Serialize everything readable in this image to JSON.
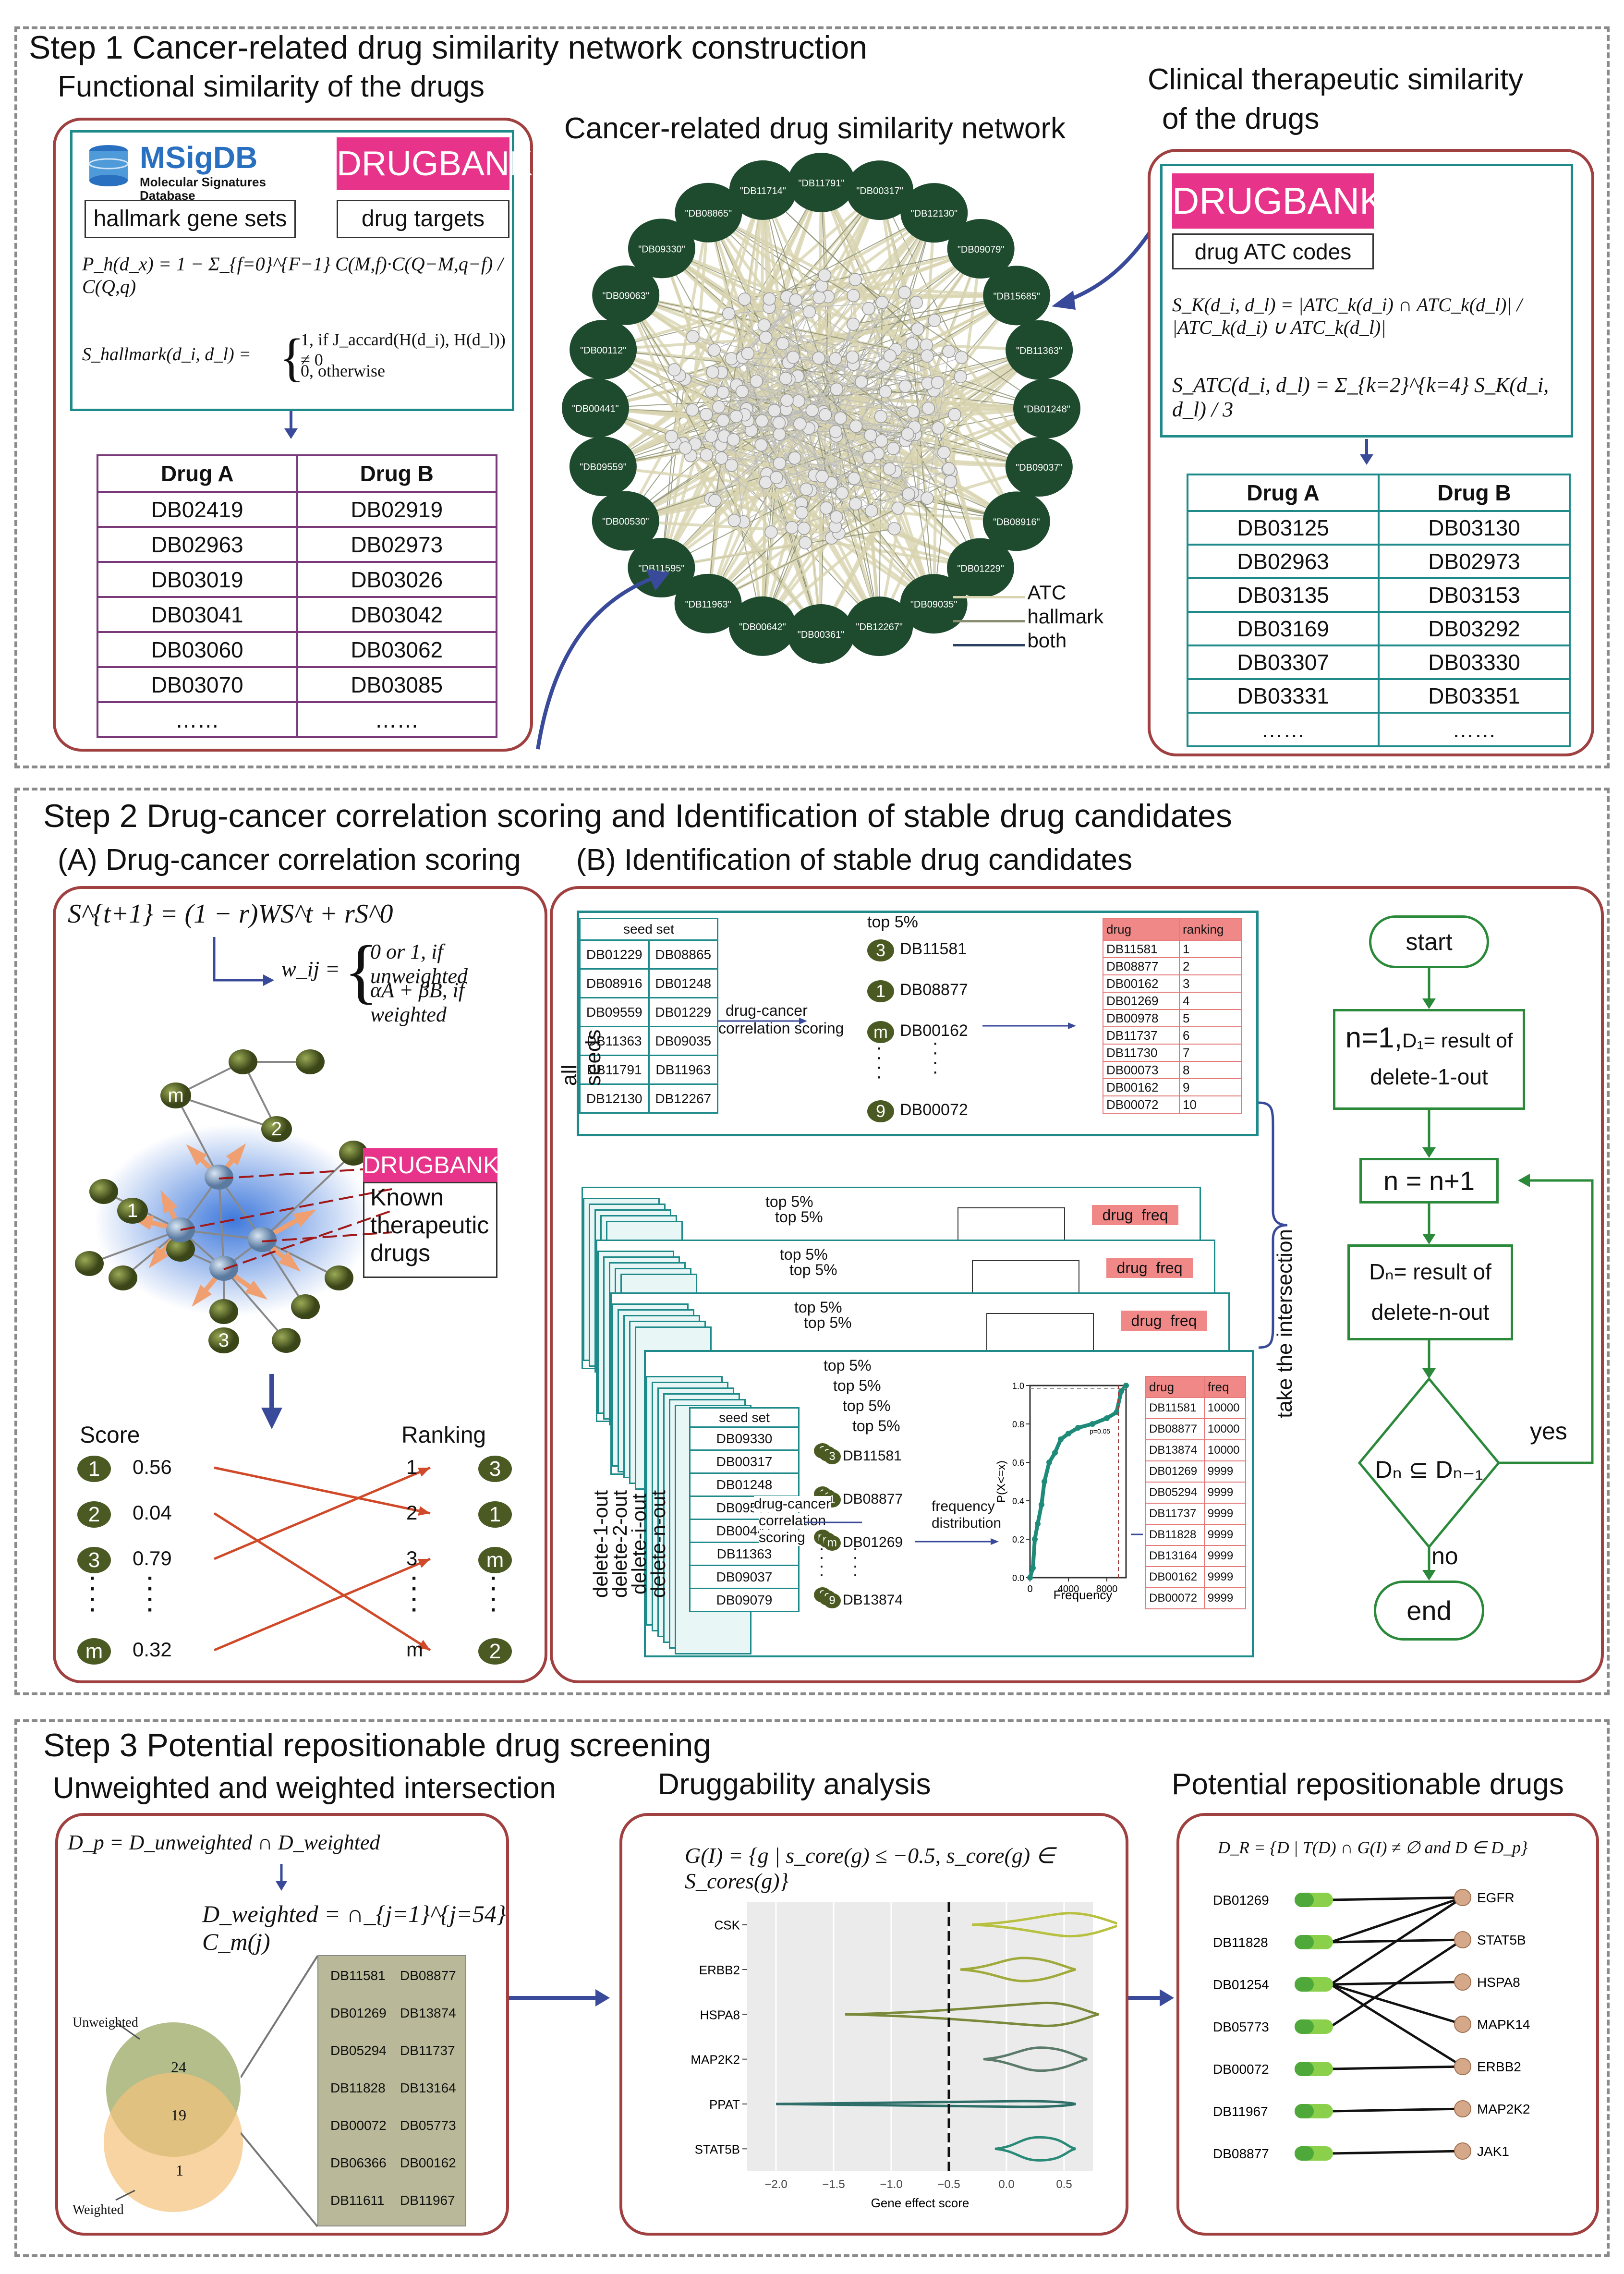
{
  "step1": {
    "title": "Step 1 Cancer-related drug similarity network construction",
    "functional_title": "Functional similarity of the drugs",
    "network_title": "Cancer-related drug similarity network",
    "clinical_title_l1": "Clinical therapeutic similarity",
    "clinical_title_l2": "of the drugs",
    "msigdb": "MSigDB",
    "msigdb_sub1": "Molecular Signatures",
    "msigdb_sub2": "Database",
    "drugbank": "DRUGBANK",
    "hallmark_gene_sets": "hallmark gene sets",
    "drug_targets": "drug targets",
    "drug_atc_codes": "drug ATC codes",
    "formula_ph": "P_h(d_x) = 1 − Σ_{f=0}^{F−1} C(M,f)·C(Q−M,q−f) / C(Q,q)",
    "formula_sh_lhs": "S_hallmark(d_i, d_l) =",
    "formula_sh_case1": "1, if J_accard(H(d_i), H(d_l)) ≠ 0",
    "formula_sh_case2": "0, otherwise",
    "formula_sk": "S_K(d_i, d_l) = |ATC_k(d_i) ∩ ATC_k(d_l)| / |ATC_k(d_i) ∪ ATC_k(d_l)|",
    "formula_satc": "S_ATC(d_i, d_l) = Σ_{k=2}^{k=4} S_K(d_i, d_l) / 3",
    "left_table": {
      "headers": [
        "Drug   A",
        "Drug   B"
      ],
      "rows": [
        [
          "DB02419",
          "DB02919"
        ],
        [
          "DB02963",
          "DB02973"
        ],
        [
          "DB03019",
          "DB03026"
        ],
        [
          "DB03041",
          "DB03042"
        ],
        [
          "DB03060",
          "DB03062"
        ],
        [
          "DB03070",
          "DB03085"
        ],
        [
          "……",
          "……"
        ]
      ]
    },
    "right_table": {
      "headers": [
        "Drug   A",
        "Drug   B"
      ],
      "rows": [
        [
          "DB03125",
          "DB03130"
        ],
        [
          "DB02963",
          "DB02973"
        ],
        [
          "DB03135",
          "DB03153"
        ],
        [
          "DB03169",
          "DB03292"
        ],
        [
          "DB03307",
          "DB03330"
        ],
        [
          "DB03331",
          "DB03351"
        ],
        [
          "……",
          "……"
        ]
      ]
    },
    "network_nodes": [
      "DB11791",
      "DB00317",
      "DB12130",
      "DB09079",
      "DB15685",
      "DB11363",
      "DB01248",
      "DB09037",
      "DB08916",
      "DB01229",
      "DB09035",
      "DB12267",
      "DB00361",
      "DB00642",
      "DB11963",
      "DB11595",
      "DB00530",
      "DB09559",
      "DB00441",
      "DB00112",
      "DB09063",
      "DB09330",
      "DB08865",
      "DB11714"
    ],
    "legend": [
      {
        "label": "ATC",
        "color": "#d9d4b0"
      },
      {
        "label": "hallmark",
        "color": "#8a8e70"
      },
      {
        "label": "both",
        "color": "#2a4060"
      }
    ],
    "colors": {
      "node": "#1e4a2e",
      "accent_red": "#a04040",
      "teal": "#1f8a8a",
      "drugbank_pink": "#e8338a"
    }
  },
  "step2": {
    "title": "Step 2 Drug-cancer correlation scoring and Identification of stable drug candidates",
    "a_title": "(A) Drug-cancer correlation scoring",
    "b_title": "(B) Identification of stable drug candidates",
    "formula_rwr": "S^{t+1} = (1 − r)WS^t + rS^0",
    "formula_w_lhs": "w_ij =",
    "formula_w_case1": "0 or 1, if unweighted",
    "formula_w_case2": "αA + βB, if weighted",
    "drugbank": "DRUGBANK",
    "known_l1": "Known",
    "known_l2": "therapeutic",
    "known_l3": "drugs",
    "score_label": "Score",
    "ranking_label": "Ranking",
    "scores": [
      {
        "node": "1",
        "value": "0.56"
      },
      {
        "node": "2",
        "value": "0.04"
      },
      {
        "node": "3",
        "value": "0.79"
      },
      {
        "node": "m",
        "value": "0.32"
      }
    ],
    "rankings": [
      {
        "rank": "1",
        "node": "3"
      },
      {
        "rank": "2",
        "node": "1"
      },
      {
        "rank": "3",
        "node": "m"
      },
      {
        "rank": "m",
        "node": "2"
      }
    ],
    "graph_labels": [
      "m",
      "2",
      "1",
      "3"
    ],
    "all_seeds": "all seeds",
    "seed_set": "seed set",
    "seed_rows": [
      [
        "DB01229",
        "DB08865"
      ],
      [
        "DB08916",
        "DB01248"
      ],
      [
        "DB09559",
        "DB01229"
      ],
      [
        "DB11363",
        "DB09035"
      ],
      [
        "DB11791",
        "DB11963"
      ],
      [
        "DB12130",
        "DB12267"
      ]
    ],
    "top5": "top 5%",
    "top_items": [
      {
        "n": "3",
        "id": "DB11581"
      },
      {
        "n": "1",
        "id": "DB08877"
      },
      {
        "n": "m",
        "id": "DB00162"
      },
      {
        "n": "9",
        "id": "DB00072"
      }
    ],
    "scoring_l1": "drug-cancer",
    "scoring_l2": "correlation scoring",
    "rank_headers": [
      "drug",
      "ranking"
    ],
    "rank_rows": [
      [
        "DB11581",
        "1"
      ],
      [
        "DB08877",
        "2"
      ],
      [
        "DB00162",
        "3"
      ],
      [
        "DB01269",
        "4"
      ],
      [
        "DB00978",
        "5"
      ],
      [
        "DB11737",
        "6"
      ],
      [
        "DB11730",
        "7"
      ],
      [
        "DB00073",
        "8"
      ],
      [
        "DB00162",
        "9"
      ],
      [
        "DB00072",
        "10"
      ]
    ],
    "take_intersection": "take the intersection",
    "delete_labels": [
      "delete-1-out",
      "delete-2-out",
      "delete-i-out",
      "delete-n-out"
    ],
    "stack_freq_headers": [
      "drug",
      "freq"
    ],
    "stack_seed_rows": [
      "DB09330",
      "DB00317",
      "DB01248",
      "DB09559",
      "DB00441",
      "DB11363",
      "DB09037",
      "DB09079"
    ],
    "stack_top_items": [
      {
        "n": "3",
        "id": "DB11581"
      },
      {
        "n": "1",
        "id": "DB08877"
      },
      {
        "n": "m",
        "id": "DB01269"
      },
      {
        "n": "9",
        "id": "DB13874"
      }
    ],
    "stack_scoring_l1": "drug-cancer",
    "stack_scoring_l2": "correlation",
    "stack_scoring_l3": "scoring",
    "freq_dist_l1": "frequency",
    "freq_dist_l2": "distribution",
    "freq_rows": [
      [
        "DB11581",
        "10000"
      ],
      [
        "DB08877",
        "10000"
      ],
      [
        "DB13874",
        "10000"
      ],
      [
        "DB01269",
        "9999"
      ],
      [
        "DB05294",
        "9999"
      ],
      [
        "DB11737",
        "9999"
      ],
      [
        "DB11828",
        "9999"
      ],
      [
        "DB13164",
        "9999"
      ],
      [
        "DB00162",
        "9999"
      ],
      [
        "DB00072",
        "9999"
      ]
    ],
    "cdf_ylabel": "P(X<=x)",
    "cdf_xlabel": "Frequency",
    "cdf_xticks": [
      "0",
      "4000",
      "8000"
    ],
    "cdf_yticks": [
      "0.0",
      "0.2",
      "0.4",
      "0.6",
      "0.8",
      "1.0"
    ],
    "cdf_annot": "p=0.05",
    "flow": {
      "start": "start",
      "n1_main": "n=1,",
      "n1_rest": "D₁= result of",
      "n1_l2": "delete-1-out",
      "inc": "n = n+1",
      "dn_l1": "Dₙ= result of",
      "dn_l2": "delete-n-out",
      "cond": "Dₙ ⊆ Dₙ₋₁",
      "yes": "yes",
      "no": "no",
      "end": "end"
    }
  },
  "step3": {
    "title": "Step 3 Potential repositionable drug screening",
    "inter_title": "Unweighted and weighted intersection",
    "drugg_title": "Druggability analysis",
    "pot_title": "Potential repositionable drugs",
    "formula_dp": "D_p = D_unweighted ∩ D_weighted",
    "formula_dw": "D_weighted = ∩_{j=1}^{j=54} C_m(j)",
    "venn": {
      "unweighted": "Unweighted",
      "weighted": "Weighted",
      "only_u": "24",
      "both": "19",
      "only_w": "1"
    },
    "inter_list": [
      [
        "DB11581",
        "DB08877"
      ],
      [
        "DB01269",
        "DB13874"
      ],
      [
        "DB05294",
        "DB11737"
      ],
      [
        "DB11828",
        "DB13164"
      ],
      [
        "DB00072",
        "DB05773"
      ],
      [
        "DB06366",
        "DB00162"
      ],
      [
        "DB11611",
        "DB11967"
      ]
    ],
    "formula_g": "G(I) = {g | s_core(g) ≤ −0.5, s_core(g) ∈ S_cores(g)}",
    "violin": {
      "genes": [
        "STAT5B",
        "PPAT",
        "MAP2K2",
        "HSPA8",
        "ERBB2",
        "CSK"
      ],
      "xticks": [
        "−2.0",
        "−1.5",
        "−1.0",
        "−0.5",
        "0.0",
        "0.5"
      ],
      "xlabel": "Gene effect score",
      "ranges": [
        [
          -0.1,
          0.6
        ],
        [
          -2.0,
          0.6
        ],
        [
          -0.2,
          0.7
        ],
        [
          -1.4,
          0.8
        ],
        [
          -0.4,
          0.6
        ],
        [
          -0.3,
          1.0
        ]
      ],
      "colors": [
        "#2a8a78",
        "#2e6e68",
        "#5a7a6a",
        "#7a8a3a",
        "#a0aa3a",
        "#b8c040"
      ]
    },
    "formula_dr": "D_R = {D | T(D) ∩ G(I) ≠ ∅ and D ∈ D_p}",
    "pot_drugs": [
      "DB01269",
      "DB11828",
      "DB01254",
      "DB05773",
      "DB00072",
      "DB11967",
      "DB08877"
    ],
    "pot_genes": [
      "EGFR",
      "STAT5B",
      "HSPA8",
      "MAPK14",
      "ERBB2",
      "MAP2K2",
      "JAK1"
    ],
    "pot_edges": [
      [
        0,
        0
      ],
      [
        1,
        1
      ],
      [
        1,
        0
      ],
      [
        2,
        0
      ],
      [
        2,
        2
      ],
      [
        2,
        3
      ],
      [
        2,
        4
      ],
      [
        3,
        1
      ],
      [
        4,
        4
      ],
      [
        5,
        5
      ],
      [
        6,
        6
      ]
    ]
  }
}
